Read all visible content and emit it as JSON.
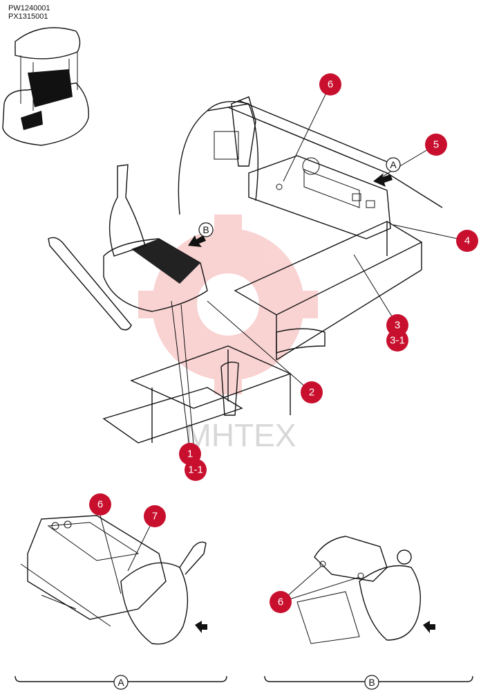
{
  "model_codes": [
    "PW1240001",
    "PX1315001"
  ],
  "watermark": "МНТЕХ",
  "callouts": {
    "c6_top": "6",
    "c5": "5",
    "c4": "4",
    "c3": "3",
    "c3_1": "3-1",
    "c2": "2",
    "c1": "1",
    "c1_1": "1-1",
    "c6_a": "6",
    "c7": "7",
    "c6_b": "6"
  },
  "view_letters": {
    "a_arrow": "A",
    "b_arrow": "B",
    "a_bracket": "A",
    "b_bracket": "B"
  },
  "colors": {
    "callout": "#c8102e",
    "watermark": "#f4b8b8"
  }
}
